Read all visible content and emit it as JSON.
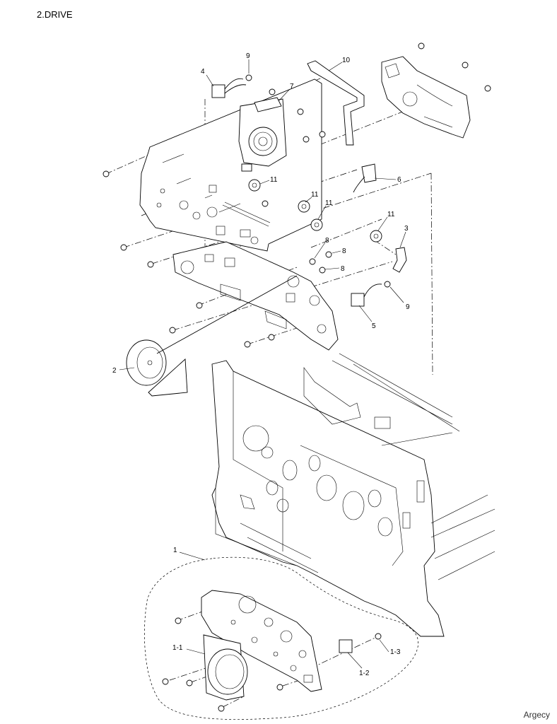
{
  "header": {
    "title": "2.DRIVE"
  },
  "footer": {
    "brand": "Argecy"
  },
  "callouts": [
    {
      "id": "c9a",
      "text": "9"
    },
    {
      "id": "c4",
      "text": "4"
    },
    {
      "id": "c7",
      "text": "7"
    },
    {
      "id": "c10",
      "text": "10"
    },
    {
      "id": "c11a",
      "text": "11"
    },
    {
      "id": "c6",
      "text": "6"
    },
    {
      "id": "c11b",
      "text": "11"
    },
    {
      "id": "c11c",
      "text": "11"
    },
    {
      "id": "c11d",
      "text": "11"
    },
    {
      "id": "c3",
      "text": "3"
    },
    {
      "id": "c8a",
      "text": "8"
    },
    {
      "id": "c8b",
      "text": "8"
    },
    {
      "id": "c8c",
      "text": "8"
    },
    {
      "id": "c9b",
      "text": "9"
    },
    {
      "id": "c5",
      "text": "5"
    },
    {
      "id": "c2",
      "text": "2"
    },
    {
      "id": "c1",
      "text": "1"
    },
    {
      "id": "c1-1",
      "text": "1-1"
    },
    {
      "id": "c1-2",
      "text": "1-2"
    },
    {
      "id": "c1-3",
      "text": "1-3"
    }
  ]
}
